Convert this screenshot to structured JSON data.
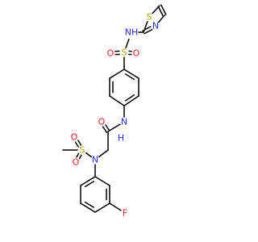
{
  "molecule": {
    "atoms": [
      {
        "id": "N_thz",
        "label": "N",
        "color": "#1f2dff"
      },
      {
        "id": "S_thz",
        "label": "S",
        "color": "#b5a400"
      },
      {
        "id": "NH_sul",
        "label": "NH",
        "color": "#1f2dff"
      },
      {
        "id": "S_sul",
        "label": "S",
        "color": "#b5a400"
      },
      {
        "id": "O_sul1",
        "label": "O",
        "color": "#ff1a1a"
      },
      {
        "id": "O_sul2",
        "label": "O",
        "color": "#ff1a1a"
      },
      {
        "id": "O_amide",
        "label": "O",
        "color": "#ff1a1a"
      },
      {
        "id": "N_amide",
        "label": "N",
        "color": "#1f2dff"
      },
      {
        "id": "H_amide",
        "label": "H",
        "color": "#1f2dff"
      },
      {
        "id": "N_ms",
        "label": "N",
        "color": "#1f2dff"
      },
      {
        "id": "S_ms",
        "label": "S",
        "color": "#b5a400"
      },
      {
        "id": "O_ms1",
        "label": "O",
        "color": "#ff1a1a"
      },
      {
        "id": "O_ms2",
        "label": "O",
        "color": "#ff1a1a"
      },
      {
        "id": "F",
        "label": "F",
        "color": "#ff1a1a"
      }
    ]
  }
}
